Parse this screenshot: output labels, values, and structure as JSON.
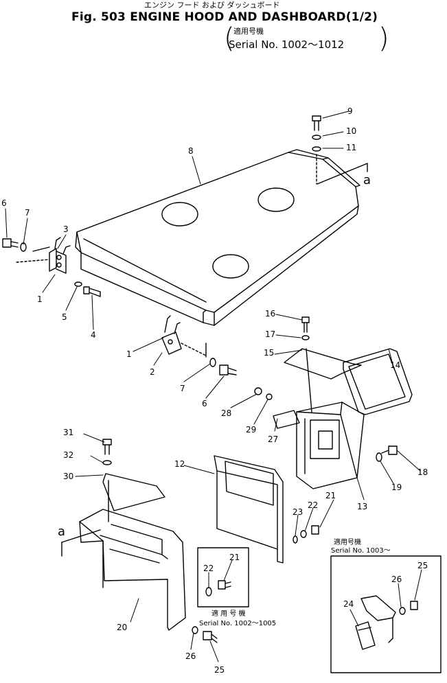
{
  "header": {
    "title_jp": "エンジン フード および ダッシュボード",
    "title": "Fig. 503 ENGINE HOOD AND DASHBOARD(1/2)",
    "applicable_jp": "適用号機",
    "serial_range": "Serial No. 1002～1012"
  },
  "insets": {
    "lower_jp": "適 用 号 機",
    "lower_serial": "Serial No. 1002～1005",
    "right_jp": "適用号機",
    "right_serial": "Serial No. 1003～"
  },
  "view_marker": "a",
  "callouts": {
    "c9": "9",
    "c10": "10",
    "c11": "11",
    "c8": "8",
    "c6a": "6",
    "c7a": "7",
    "c3": "3",
    "c1a": "1",
    "c5": "5",
    "c4": "4",
    "c1b": "1",
    "c2": "2",
    "c7b": "7",
    "c6b": "6",
    "c16": "16",
    "c17": "17",
    "c15": "15",
    "c14": "14",
    "c28": "28",
    "c29": "29",
    "c27": "27",
    "c18": "18",
    "c19": "19",
    "c13": "13",
    "c31": "31",
    "c32": "32",
    "c30": "30",
    "c12": "12",
    "c21a": "21",
    "c22a": "22",
    "c23": "23",
    "c21b": "21",
    "c22b": "22",
    "c20": "20",
    "c26a": "26",
    "c25a": "25",
    "c24": "24",
    "c26b": "26",
    "c25b": "25"
  }
}
